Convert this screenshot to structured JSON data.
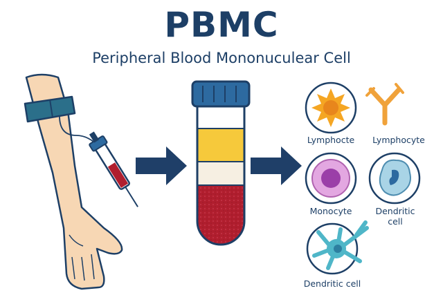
{
  "title": "PBMC",
  "subtitle": "Peripheral Blood Mononuculear Cell",
  "cells": {
    "lymphocte": {
      "label": "Lymphocte",
      "icon": "orange-star-cell-icon"
    },
    "lymphocyte": {
      "label": "Lymphocyte",
      "icon": "y-shaped-antibody-icon"
    },
    "monocyte": {
      "label": "Monocyte",
      "icon": "purple-round-cell-icon"
    },
    "dendritic_cell_small": {
      "label": "Dendritic\ncell",
      "icon": "blue-lobed-cell-icon"
    },
    "dendritic_cell": {
      "label": "Dendritic cell",
      "icon": "branched-dendritic-cell-icon"
    }
  },
  "colors": {
    "title": "#1d3f66",
    "arrow": "#1f3f68",
    "tourniquet": "#2b6f8a",
    "skin": "#f7d7b4",
    "plasma": "#f6c93b",
    "buffy_coat": "#f6efe2",
    "red_cells": "#b01e2e",
    "cap": "#2d6aa0"
  }
}
